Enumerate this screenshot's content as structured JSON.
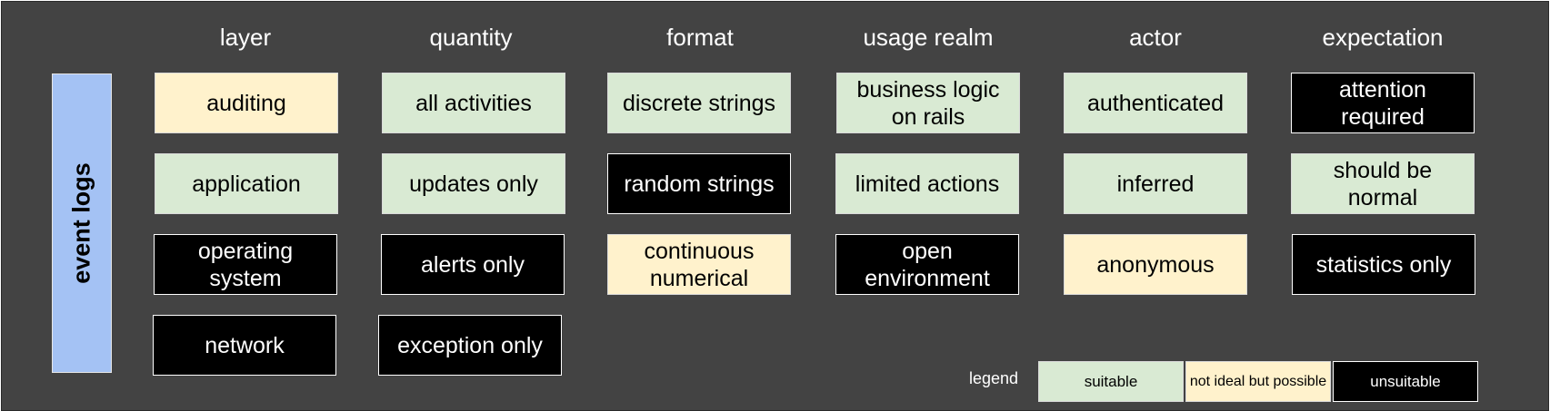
{
  "side_label": "event logs",
  "colors": {
    "background": "#434343",
    "side_label_bg": "#a4c2f4",
    "suitable": "#d9ead3",
    "not_ideal": "#fff2cc",
    "unsuitable": "#000000"
  },
  "columns": [
    {
      "header": "layer",
      "items": [
        {
          "label": "auditing",
          "rating": "not ideal but possible"
        },
        {
          "label": "application",
          "rating": "suitable"
        },
        {
          "label": "operating system",
          "rating": "unsuitable"
        },
        {
          "label": "network",
          "rating": "unsuitable"
        }
      ]
    },
    {
      "header": "quantity",
      "items": [
        {
          "label": "all activities",
          "rating": "suitable"
        },
        {
          "label": "updates only",
          "rating": "suitable"
        },
        {
          "label": "alerts only",
          "rating": "unsuitable"
        },
        {
          "label": "exception only",
          "rating": "unsuitable"
        }
      ]
    },
    {
      "header": "format",
      "items": [
        {
          "label": "discrete strings",
          "rating": "suitable"
        },
        {
          "label": "random strings",
          "rating": "unsuitable"
        },
        {
          "label": "continuous numerical",
          "rating": "not ideal but possible"
        }
      ]
    },
    {
      "header": "usage realm",
      "items": [
        {
          "label": "business logic on rails",
          "rating": "suitable"
        },
        {
          "label": "limited actions",
          "rating": "suitable"
        },
        {
          "label": "open environment",
          "rating": "unsuitable"
        }
      ]
    },
    {
      "header": "actor",
      "items": [
        {
          "label": "authenticated",
          "rating": "suitable"
        },
        {
          "label": "inferred",
          "rating": "suitable"
        },
        {
          "label": "anonymous",
          "rating": "not ideal but possible"
        }
      ]
    },
    {
      "header": "expectation",
      "items": [
        {
          "label": "attention required",
          "rating": "unsuitable"
        },
        {
          "label": "should be normal",
          "rating": "suitable"
        },
        {
          "label": "statistics only",
          "rating": "unsuitable"
        }
      ]
    }
  ],
  "legend": {
    "title": "legend",
    "items": [
      {
        "label": "suitable",
        "rating": "suitable"
      },
      {
        "label": "not ideal but possible",
        "rating": "not ideal but possible"
      },
      {
        "label": "unsuitable",
        "rating": "unsuitable"
      }
    ]
  }
}
